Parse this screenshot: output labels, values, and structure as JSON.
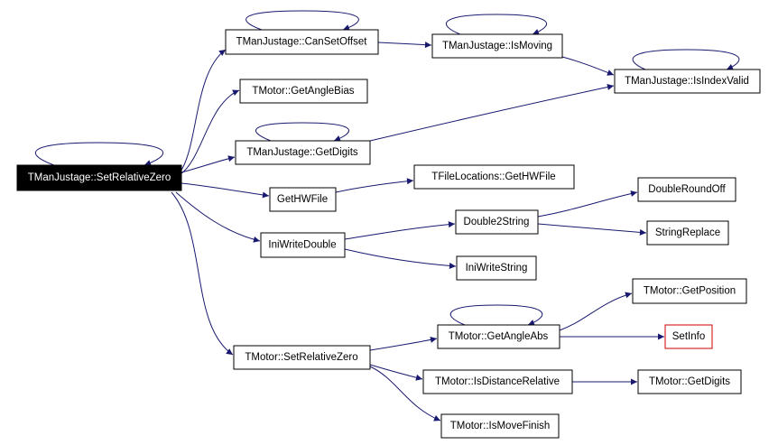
{
  "graph": {
    "edge_color": "#191970",
    "root_fill": "#000000",
    "highlight_border": "#cc0000",
    "nodes": {
      "setRelativeZero": {
        "label": "TManJustage::SetRelativeZero",
        "root": true
      },
      "canSetOffset": {
        "label": "TManJustage::CanSetOffset"
      },
      "isMoving": {
        "label": "TManJustage::IsMoving"
      },
      "isIndexValid": {
        "label": "TManJustage::IsIndexValid"
      },
      "getAngleBias": {
        "label": "TMotor::GetAngleBias"
      },
      "getDigitsMJ": {
        "label": "TManJustage::GetDigits"
      },
      "getHWFile": {
        "label": "GetHWFile"
      },
      "fileLocGetHWFile": {
        "label": "TFileLocations::GetHWFile"
      },
      "doubleRoundOff": {
        "label": "DoubleRoundOff"
      },
      "double2String": {
        "label": "Double2String"
      },
      "stringReplace": {
        "label": "StringReplace"
      },
      "iniWriteDouble": {
        "label": "IniWriteDouble"
      },
      "iniWriteString": {
        "label": "IniWriteString"
      },
      "getPosition": {
        "label": "TMotor::GetPosition"
      },
      "getAngleAbs": {
        "label": "TMotor::GetAngleAbs"
      },
      "setInfo": {
        "label": "SetInfo",
        "highlight": true
      },
      "motorSetRelativeZero": {
        "label": "TMotor::SetRelativeZero"
      },
      "isDistanceRelative": {
        "label": "TMotor::IsDistanceRelative"
      },
      "motorGetDigits": {
        "label": "TMotor::GetDigits"
      },
      "isMoveFinish": {
        "label": "TMotor::IsMoveFinish"
      }
    }
  }
}
